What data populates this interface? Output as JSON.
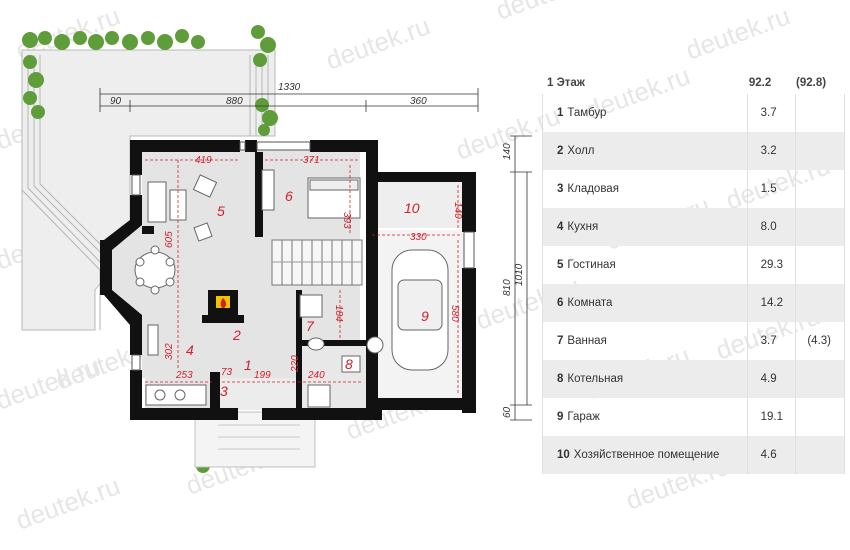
{
  "watermark": "deutek.ru",
  "plan": {
    "dims_top": {
      "overall": "1330",
      "left": "90",
      "middle": "880",
      "right": "360"
    },
    "dims_right": {
      "top": "140",
      "mid": "810",
      "overall": "1010",
      "bottom": "60"
    },
    "inner_dims": {
      "d419": "419",
      "d371": "371",
      "d393": "393",
      "d605": "605",
      "d140": "140",
      "d330": "330",
      "d184": "184",
      "d580": "580",
      "d302": "302",
      "d253": "253",
      "d73": "73",
      "d199": "199",
      "d220": "220",
      "d240": "240"
    },
    "room_numbers": [
      "1",
      "2",
      "3",
      "4",
      "5",
      "6",
      "7",
      "8",
      "9",
      "10"
    ]
  },
  "table": {
    "floor_label": "1 Этаж",
    "total": "92.2",
    "total_alt": "(92.8)",
    "rows": [
      {
        "num": "1",
        "name": "Тамбур",
        "area": "3.7",
        "alt": ""
      },
      {
        "num": "2",
        "name": "Холл",
        "area": "3.2",
        "alt": ""
      },
      {
        "num": "3",
        "name": "Кладовая",
        "area": "1.5",
        "alt": ""
      },
      {
        "num": "4",
        "name": "Кухня",
        "area": "8.0",
        "alt": ""
      },
      {
        "num": "5",
        "name": "Гостиная",
        "area": "29.3",
        "alt": ""
      },
      {
        "num": "6",
        "name": "Комната",
        "area": "14.2",
        "alt": ""
      },
      {
        "num": "7",
        "name": "Ванная",
        "area": "3.7",
        "alt": "(4.3)"
      },
      {
        "num": "8",
        "name": "Котельная",
        "area": "4.9",
        "alt": ""
      },
      {
        "num": "9",
        "name": "Гараж",
        "area": "19.1",
        "alt": ""
      },
      {
        "num": "10",
        "name": "Хозяйственное помещение",
        "area": "4.6",
        "alt": ""
      }
    ]
  }
}
